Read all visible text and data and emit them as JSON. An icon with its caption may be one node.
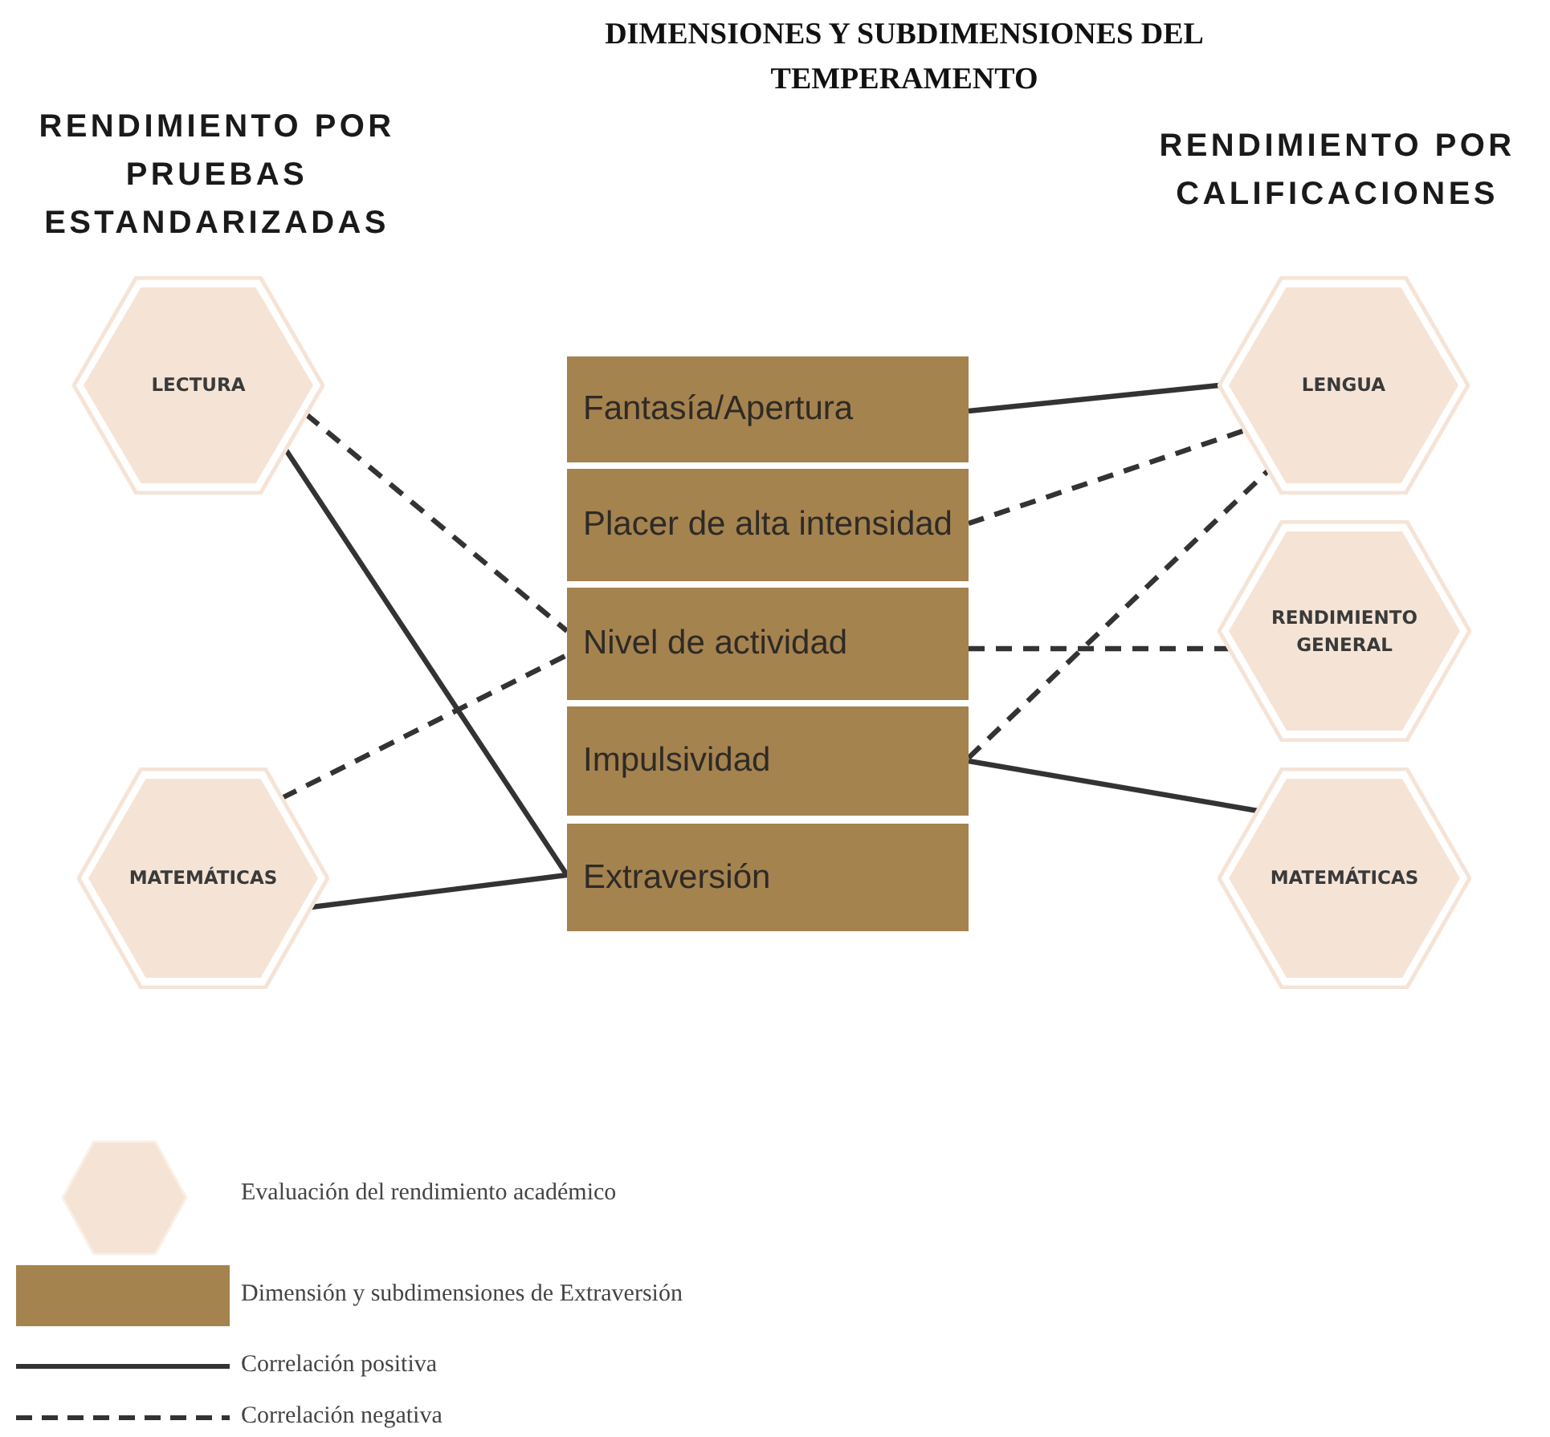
{
  "diagram": {
    "title": "DIMENSIONES Y SUBDIMENSIONES DEL TEMPERAMENTO",
    "nodes": [
      {
        "text": [
          "LECTURA"
        ]
      },
      {
        "text": [
          "MATEMÁTICAS"
        ]
      },
      {
        "text": [
          "Fantasía/Apertura"
        ]
      },
      {
        "text": [
          "Placer de alta intensidad"
        ]
      },
      {
        "text": [
          "Nivel de actividad"
        ]
      },
      {
        "text": [
          "Impulsividad"
        ]
      },
      {
        "text": [
          "Extraversión"
        ]
      },
      {
        "text": [
          "LENGUA"
        ]
      },
      {
        "text": [
          "RENDIMIENTO GENERAL"
        ]
      },
      {
        "text": [
          "MATEMÁTICAS"
        ]
      }
    ],
    "edges": [
      {
        "from": 0,
        "to": 4,
        "arrow": "none",
        "style": "dashed"
      },
      {
        "from": 0,
        "to": 6,
        "arrow": "none"
      },
      {
        "from": 1,
        "to": 4,
        "arrow": "none",
        "style": "dashed"
      },
      {
        "from": 1,
        "to": 6,
        "arrow": "none"
      },
      {
        "from": 2,
        "to": 7,
        "arrow": "none"
      },
      {
        "from": 3,
        "to": 7,
        "arrow": "none",
        "style": "dashed"
      },
      {
        "from": 4,
        "to": 8,
        "arrow": "none",
        "style": "dashed"
      },
      {
        "from": 5,
        "to": 7,
        "arrow": "none",
        "style": "dashed"
      },
      {
        "from": 5,
        "to": 9,
        "arrow": "none"
      }
    ],
    "labels": [
      "RENDIMIENTO POR PRUEBAS ESTANDARIZADAS",
      "RENDIMIENTO POR CALIFICACIONES"
    ],
    "legend": [
      {
        "text": "Evaluación del rendimiento académico",
        "color": "#f5e4d6"
      },
      {
        "text": "Dimensión y subdimensiones de Extraversión",
        "color": "#a5834f"
      },
      {
        "text": "Correlación positiva"
      },
      {
        "text": "Correlación negativa"
      }
    ]
  }
}
